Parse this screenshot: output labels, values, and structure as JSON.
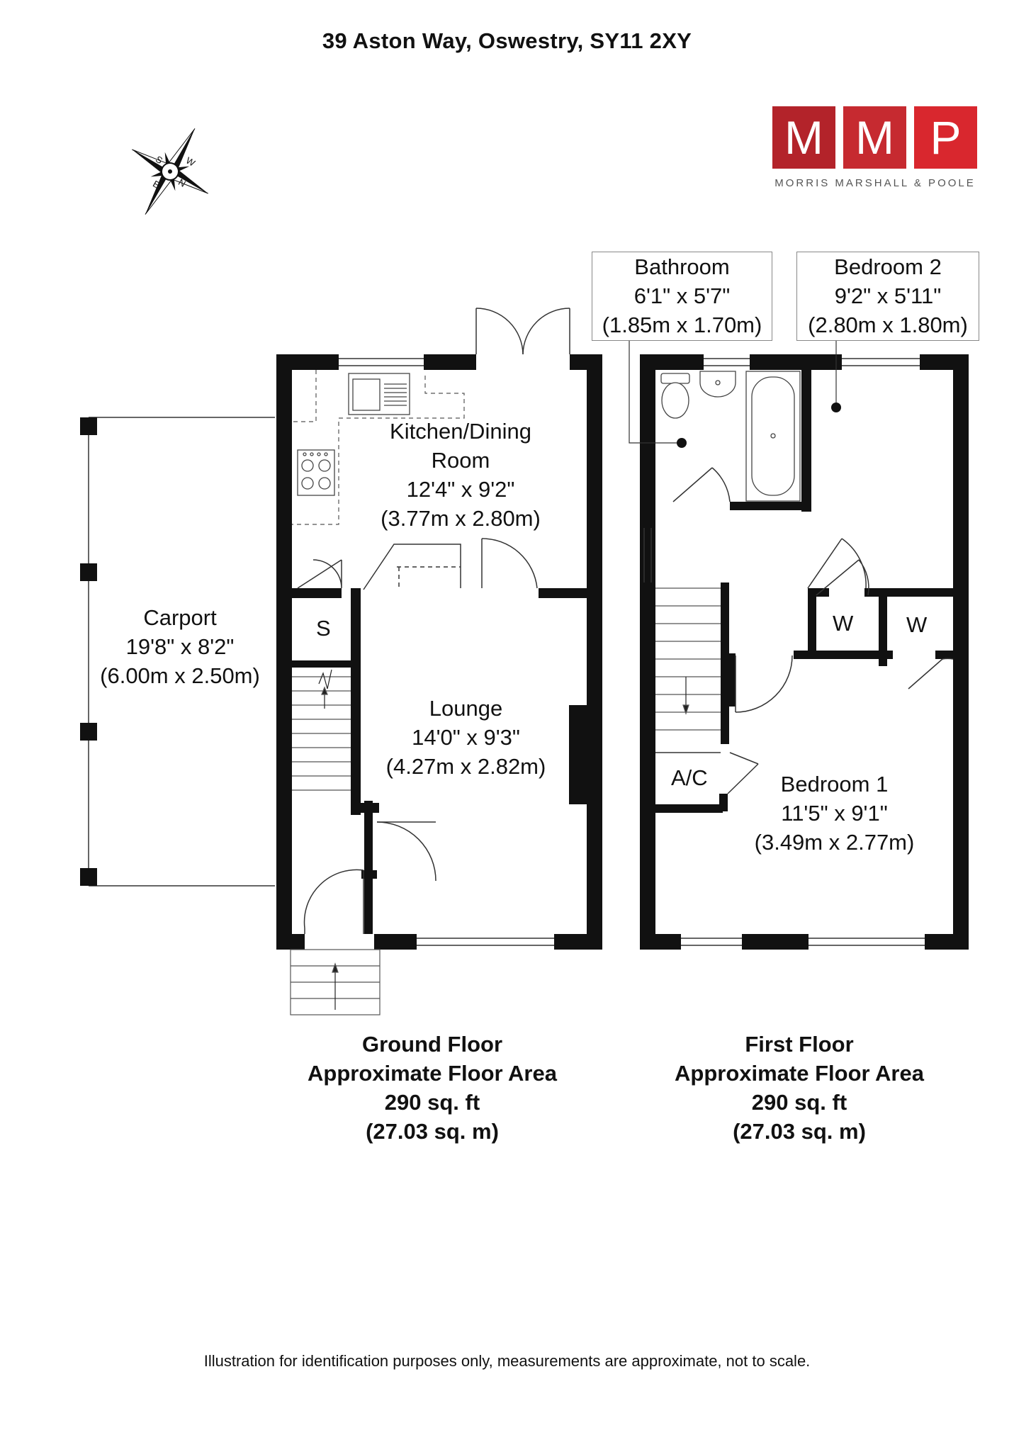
{
  "address": "39 Aston Way, Oswestry, SY11 2XY",
  "logo": {
    "letters": [
      "M",
      "M",
      "P"
    ],
    "tagline": "MORRIS MARSHALL & POOLE",
    "tile_colors": [
      "#b3232a",
      "#c62a30",
      "#d9272e"
    ]
  },
  "compass": {
    "labels": [
      "W",
      "S",
      "E",
      "N"
    ]
  },
  "rooms": {
    "kitchen": {
      "name": "Kitchen/Dining",
      "name2": "Room",
      "imperial": "12'4\" x 9'2\"",
      "metric": "(3.77m x 2.80m)"
    },
    "carport": {
      "name": "Carport",
      "imperial": "19'8\" x 8'2\"",
      "metric": "(6.00m x 2.50m)"
    },
    "store": {
      "name": "S"
    },
    "lounge": {
      "name": "Lounge",
      "imperial": "14'0\" x 9'3\"",
      "metric": "(4.27m x 2.82m)"
    },
    "bathroom": {
      "name": "Bathroom",
      "imperial": "6'1\" x 5'7\"",
      "metric": "(1.85m x 1.70m)"
    },
    "bedroom2": {
      "name": "Bedroom 2",
      "imperial": "9'2\" x 5'11\"",
      "metric": "(2.80m x 1.80m)"
    },
    "wardrobe1": {
      "name": "W"
    },
    "wardrobe2": {
      "name": "W"
    },
    "airing": {
      "name": "A/C"
    },
    "bedroom1": {
      "name": "Bedroom 1",
      "imperial": "11'5\" x 9'1\"",
      "metric": "(3.49m x 2.77m)"
    }
  },
  "floors": {
    "ground": {
      "title": "Ground Floor",
      "subtitle": "Approximate Floor Area",
      "sqft": "290 sq. ft",
      "sqm": "(27.03 sq. m)"
    },
    "first": {
      "title": "First Floor",
      "subtitle": "Approximate Floor Area",
      "sqft": "290 sq. ft",
      "sqm": "(27.03 sq. m)"
    }
  },
  "disclaimer": "Illustration for identification purposes only, measurements are approximate, not to scale."
}
